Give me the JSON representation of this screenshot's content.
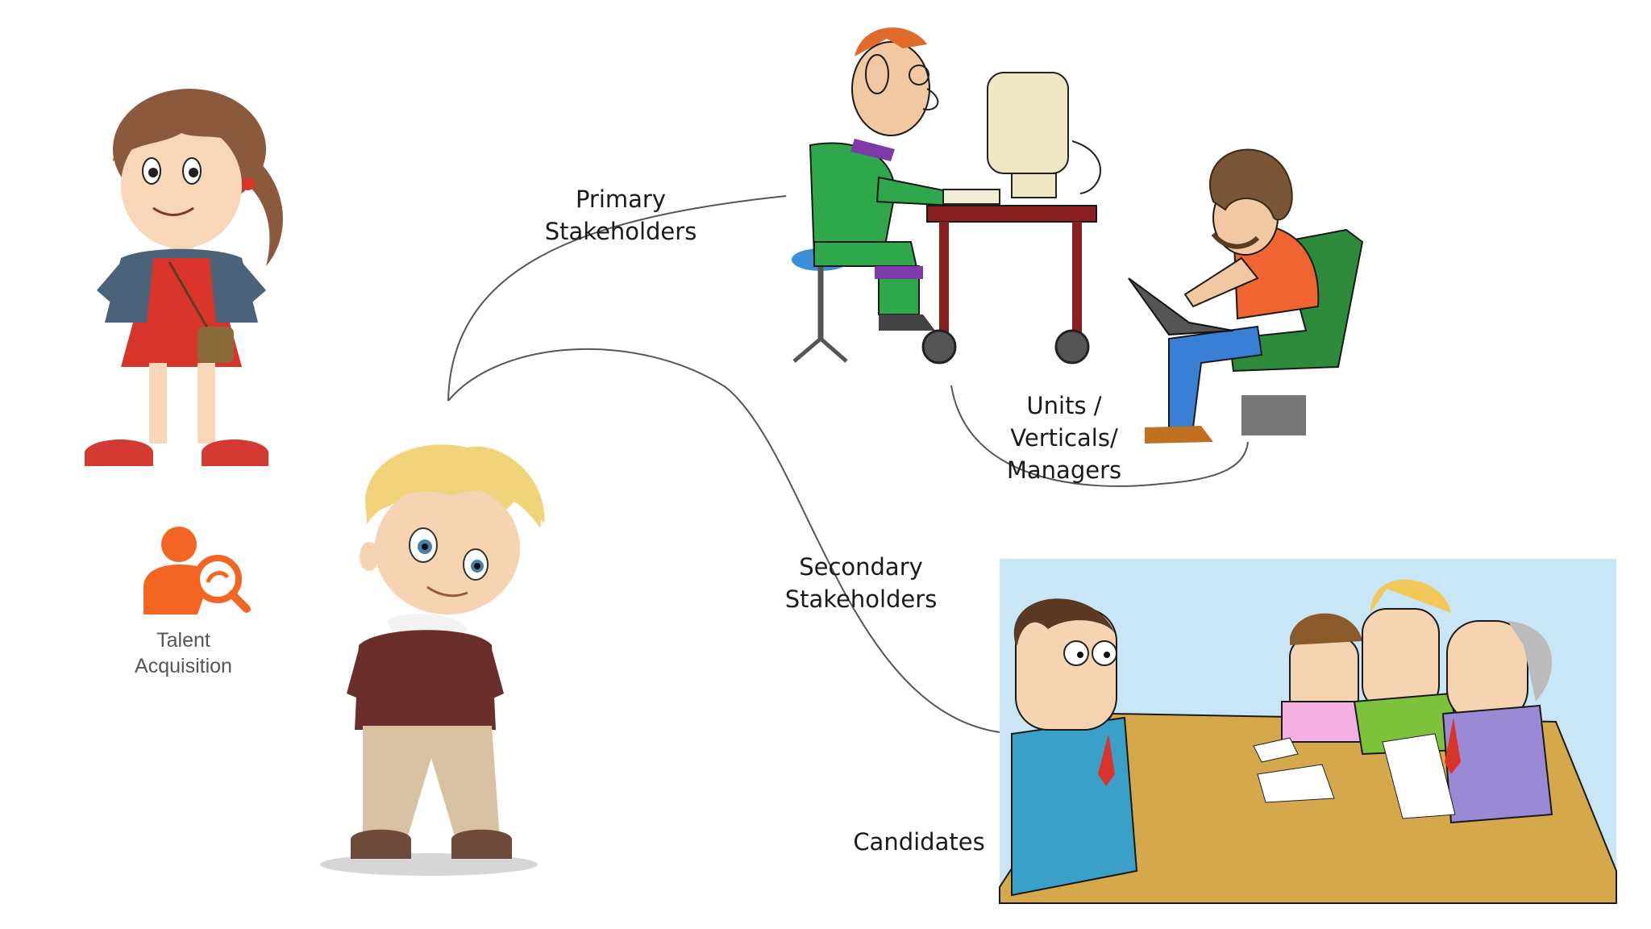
{
  "labels": {
    "primary_line1": "Primary",
    "primary_line2": "Stakeholders",
    "units_line1": "Units /",
    "units_line2": "Verticals/",
    "units_line3": "Managers",
    "secondary_line1": "Secondary",
    "secondary_line2": "Stakeholders",
    "candidates": "Candidates",
    "talent_line1": "Talent",
    "talent_line2": "Acquisition"
  },
  "colors": {
    "accent": "#f26522",
    "connector": "#555555",
    "interview_bg": "#c8e6f5",
    "table": "#d4a84b"
  },
  "icons": {
    "talent_acquisition": "person-search-icon"
  }
}
